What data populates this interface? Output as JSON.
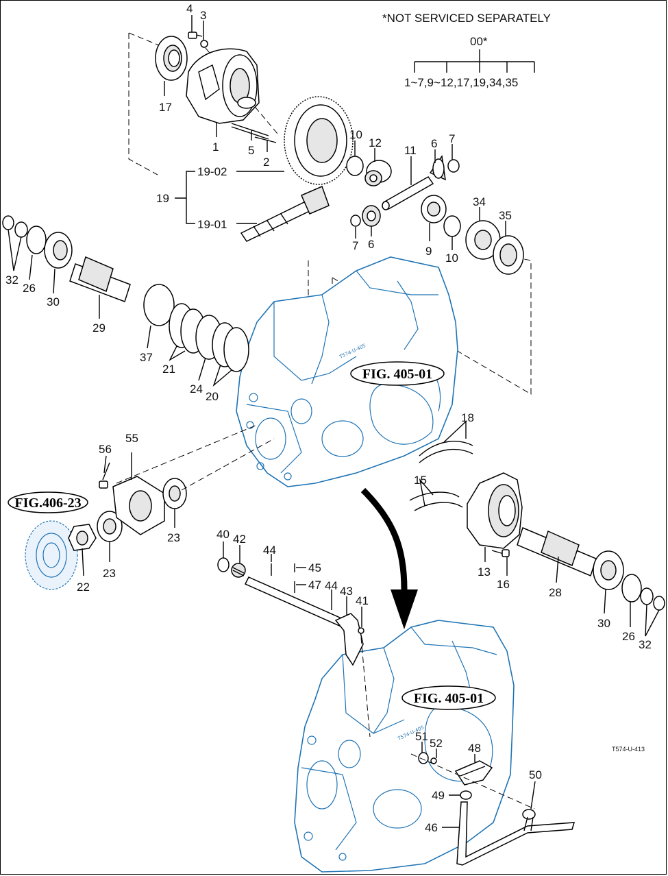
{
  "note": "*NOT SERVICED SEPARATELY",
  "assembly": {
    "code": "00*",
    "members": "1~7,9~12,17,19,34,35"
  },
  "group19": {
    "label": "19",
    "sub1": "19-02",
    "sub2": "19-01"
  },
  "callouts": {
    "p1": "1",
    "p2": "2",
    "p3": "3",
    "p4": "4",
    "p5": "5",
    "p6a": "6",
    "p6b": "6",
    "p7a": "7",
    "p7b": "7",
    "p9": "9",
    "p10a": "10",
    "p10b": "10",
    "p11": "11",
    "p12": "12",
    "p13": "13",
    "p15": "15",
    "p16": "16",
    "p17": "17",
    "p18": "18",
    "p20": "20",
    "p21": "21",
    "p22": "22",
    "p23a": "23",
    "p23b": "23",
    "p24": "24",
    "p26a": "26",
    "p26b": "26",
    "p28": "28",
    "p29": "29",
    "p30a": "30",
    "p30b": "30",
    "p32a": "32",
    "p32b": "32",
    "p34": "34",
    "p35": "35",
    "p37": "37",
    "p40": "40",
    "p41": "41",
    "p42": "42",
    "p43": "43",
    "p44a": "44",
    "p44b": "44",
    "p45": "45",
    "p46": "46",
    "p47": "47",
    "p48": "48",
    "p49": "49",
    "p50": "50",
    "p51": "51",
    "p52": "52",
    "p55": "55",
    "p56": "56"
  },
  "figure_refs": {
    "upper_case": "FIG. 405-01",
    "lower_case": "FIG. 405-01",
    "gear": "FIG.406-23"
  },
  "drawing_code": "T574-U-413",
  "colors": {
    "housing": "#1e73b4",
    "ink": "#000000"
  }
}
